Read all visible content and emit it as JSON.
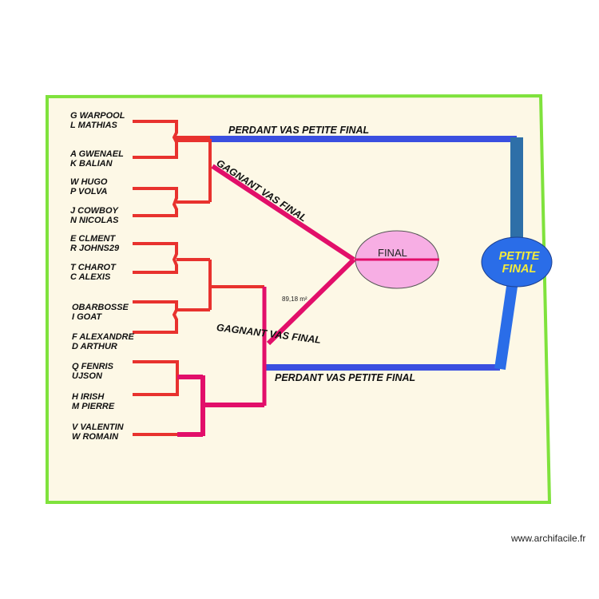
{
  "colors": {
    "frame_border": "#7fe23c",
    "frame_fill": "#fdf8e6",
    "bracket_red": "#e8322e",
    "bracket_magenta": "#e20f6a",
    "loser_path_blue": "#3a4fe0",
    "petite_final_fill": "#2a6de8",
    "final_fill": "#f7aee4",
    "petite_final_text": "#f5ec3b"
  },
  "players": [
    {
      "line1": "G  WARPOOL",
      "line2": "L  MATHIAS"
    },
    {
      "line1": "A GWENAEL",
      "line2": "K BALIAN"
    },
    {
      "line1": "W HUGO",
      "line2": "P VOLVA"
    },
    {
      "line1": "J COWBOY",
      "line2": "N NICOLAS"
    },
    {
      "line1": "E CLMENT",
      "line2": "R JOHNS29"
    },
    {
      "line1": "T CHAROT",
      "line2": "C ALEXIS"
    },
    {
      "line1": "OBARBOSSE",
      "line2": "I GOAT"
    },
    {
      "line1": "F ALEXANDRE",
      "line2": "D ARTHUR"
    },
    {
      "line1": "Q FENRIS",
      "line2": "UJSON"
    },
    {
      "line1": "H IRISH",
      "line2": "M PIERRE"
    },
    {
      "line1": "V VALENTIN",
      "line2": "W ROMAIN"
    }
  ],
  "labels": {
    "loser_top": "PERDANT VAS PETITE FINAL",
    "loser_bottom": "PERDANT VAS PETITE FINAL",
    "winner_top": "GAGNANT VAS FINAL",
    "winner_bottom": "GAGNANT VAS FINAL",
    "final": "FINAL",
    "petite_final": "PETITE FINAL",
    "area": "89,18 m²"
  },
  "footer": {
    "credit": "www.archifacile.fr"
  }
}
